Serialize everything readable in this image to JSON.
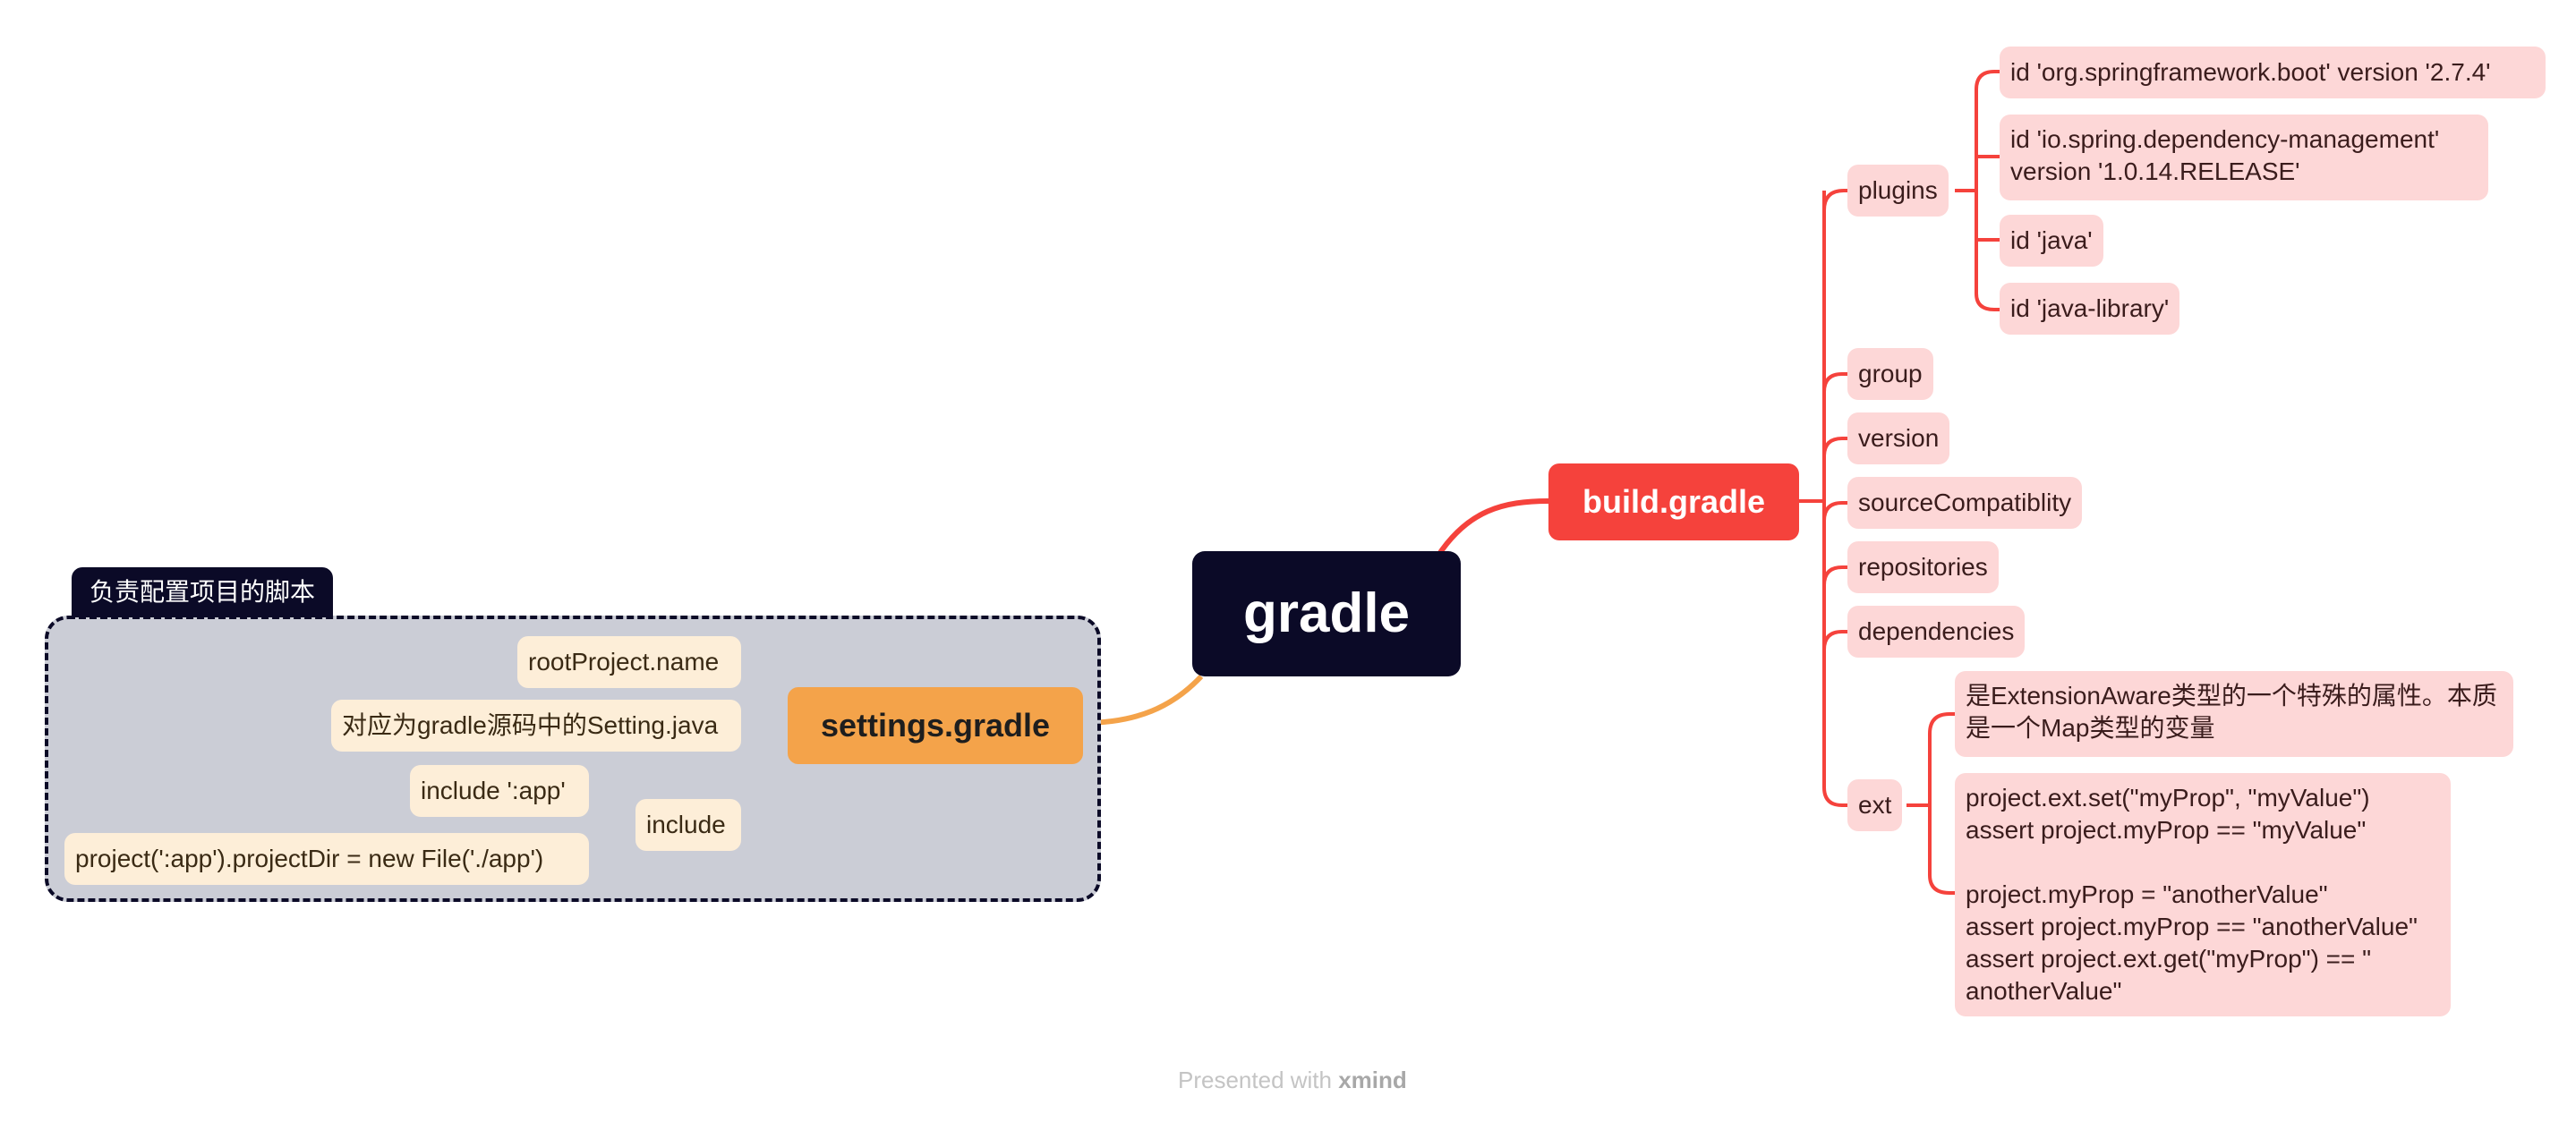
{
  "root": {
    "label": "gradle"
  },
  "build": {
    "label": "build.gradle",
    "plugins": {
      "label": "plugins",
      "items": [
        " id 'org.springframework.boot' version '2.7.4'",
        "id 'io.spring.dependency-management'\nversion '1.0.14.RELEASE'",
        "id 'java'",
        "id 'java-library'"
      ]
    },
    "group": "group",
    "version": "version",
    "source": "sourceCompatiblity",
    "repositories": "repositories",
    "dependencies": "dependencies",
    "ext": {
      "label": "ext",
      "desc": "是ExtensionAware类型的一个特殊的属性。本质\n是一个Map类型的变量",
      "code": "project.ext.set(\"myProp\", \"myValue\")\nassert project.myProp == \"myValue\"\n\nproject.myProp = \"anotherValue\"\nassert project.myProp == \"anotherValue\"\nassert project.ext.get(\"myProp\") == \"\nanotherValue\""
    }
  },
  "settings": {
    "label": "settings.gradle",
    "boundary_title": "负责配置项目的脚本",
    "root_project": "rootProject.name",
    "setting_java": "对应为gradle源码中的Setting.java",
    "include": {
      "label": "include",
      "items": [
        "include ':app'",
        "project(':app').projectDir = new File('./app')"
      ]
    }
  },
  "footer": {
    "prefix": "Presented with ",
    "brand": "xmind"
  },
  "colors": {
    "root": "#0b0a27",
    "red": "#f5423c",
    "orange": "#f4a34a",
    "red_light": "#fdd7d7",
    "orange_light": "#fdeed8",
    "boundary": "#cbcdd6"
  }
}
